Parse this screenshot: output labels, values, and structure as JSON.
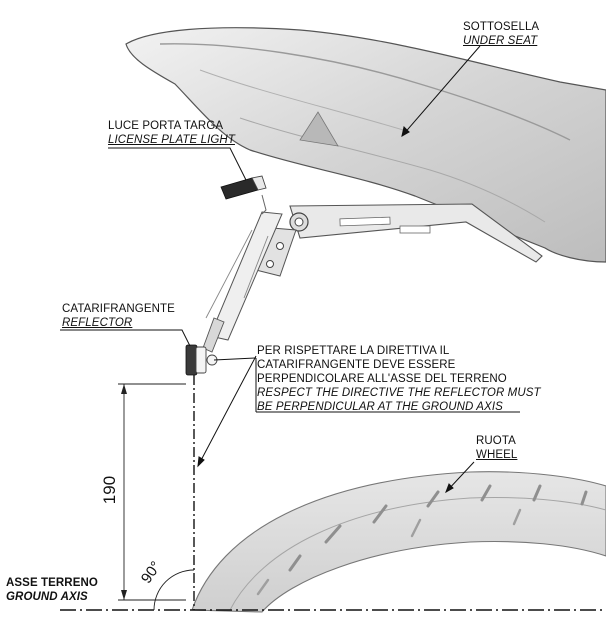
{
  "labels": {
    "under_seat_it": "SOTTOSELLA",
    "under_seat_en": "UNDER SEAT",
    "plate_light_it": "LUCE PORTA TARGA",
    "plate_light_en": "LICENSE PLATE LIGHT",
    "reflector_it": "CATARIFRANGENTE",
    "reflector_en": "REFLECTOR",
    "note_it_1": "PER RISPETTARE LA DIRETTIVA IL",
    "note_it_2": "CATARIFRANGENTE DEVE ESSERE",
    "note_it_3": "PERPENDICOLARE ALL'ASSE DEL TERRENO",
    "note_en_1": "RESPECT THE DIRECTIVE THE REFLECTOR MUST",
    "note_en_2": "BE PERPENDICULAR AT THE GROUND AXIS",
    "wheel_it": "RUOTA",
    "wheel_en": "WHEEL",
    "ground_it": "ASSE TERRENO",
    "ground_en": "GROUND AXIS",
    "height_dim": "190",
    "angle_dim": "90°"
  }
}
